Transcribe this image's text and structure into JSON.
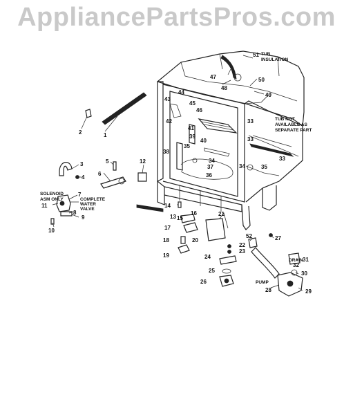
{
  "watermark": "AppliancePartsPros.com",
  "notes": {
    "tub_insulation": [
      "TUB",
      "INSULATION"
    ],
    "tub_not_available": [
      "TUB NOT",
      "AVAILABLE AS",
      "SEPARATE PART"
    ],
    "solenoid": [
      "SOLENOID",
      "ASM ONLY"
    ],
    "water_valve": [
      "COMPLETE",
      "WATER",
      "VALVE"
    ],
    "drain": "DRAIN",
    "pump": "PUMP"
  },
  "callouts": [
    {
      "id": "1",
      "text": "1"
    },
    {
      "id": "2",
      "text": "2"
    },
    {
      "id": "3",
      "text": "3"
    },
    {
      "id": "4",
      "text": "4"
    },
    {
      "id": "5",
      "text": "5"
    },
    {
      "id": "6",
      "text": "6"
    },
    {
      "id": "7",
      "text": "7"
    },
    {
      "id": "8",
      "text": "8"
    },
    {
      "id": "9",
      "text": "9"
    },
    {
      "id": "10",
      "text": "10"
    },
    {
      "id": "11",
      "text": "11"
    },
    {
      "id": "12",
      "text": "12"
    },
    {
      "id": "13",
      "text": "13"
    },
    {
      "id": "14",
      "text": "14"
    },
    {
      "id": "15",
      "text": "15"
    },
    {
      "id": "16",
      "text": "16"
    },
    {
      "id": "17",
      "text": "17"
    },
    {
      "id": "18",
      "text": "18"
    },
    {
      "id": "19",
      "text": "19"
    },
    {
      "id": "20",
      "text": "20"
    },
    {
      "id": "21",
      "text": "21"
    },
    {
      "id": "22",
      "text": "22"
    },
    {
      "id": "23",
      "text": "23"
    },
    {
      "id": "24",
      "text": "24"
    },
    {
      "id": "25",
      "text": "25"
    },
    {
      "id": "26",
      "text": "26"
    },
    {
      "id": "27",
      "text": "27"
    },
    {
      "id": "28",
      "text": "28"
    },
    {
      "id": "29",
      "text": "29"
    },
    {
      "id": "30",
      "text": "30"
    },
    {
      "id": "31",
      "text": "31"
    },
    {
      "id": "32",
      "text": "32"
    },
    {
      "id": "33a",
      "text": "33"
    },
    {
      "id": "33b",
      "text": "33"
    },
    {
      "id": "33c",
      "text": "33"
    },
    {
      "id": "34a",
      "text": "34"
    },
    {
      "id": "34b",
      "text": "34"
    },
    {
      "id": "35a",
      "text": "35"
    },
    {
      "id": "35b",
      "text": "35"
    },
    {
      "id": "36",
      "text": "36"
    },
    {
      "id": "37",
      "text": "37"
    },
    {
      "id": "38",
      "text": "38"
    },
    {
      "id": "39",
      "text": "39"
    },
    {
      "id": "40",
      "text": "40"
    },
    {
      "id": "41",
      "text": "41"
    },
    {
      "id": "42",
      "text": "42"
    },
    {
      "id": "43",
      "text": "43"
    },
    {
      "id": "44",
      "text": "44"
    },
    {
      "id": "45",
      "text": "45"
    },
    {
      "id": "46",
      "text": "46"
    },
    {
      "id": "47",
      "text": "47"
    },
    {
      "id": "48",
      "text": "48"
    },
    {
      "id": "49",
      "text": "49"
    },
    {
      "id": "50",
      "text": "50"
    },
    {
      "id": "51",
      "text": "51"
    },
    {
      "id": "52",
      "text": "52"
    }
  ]
}
